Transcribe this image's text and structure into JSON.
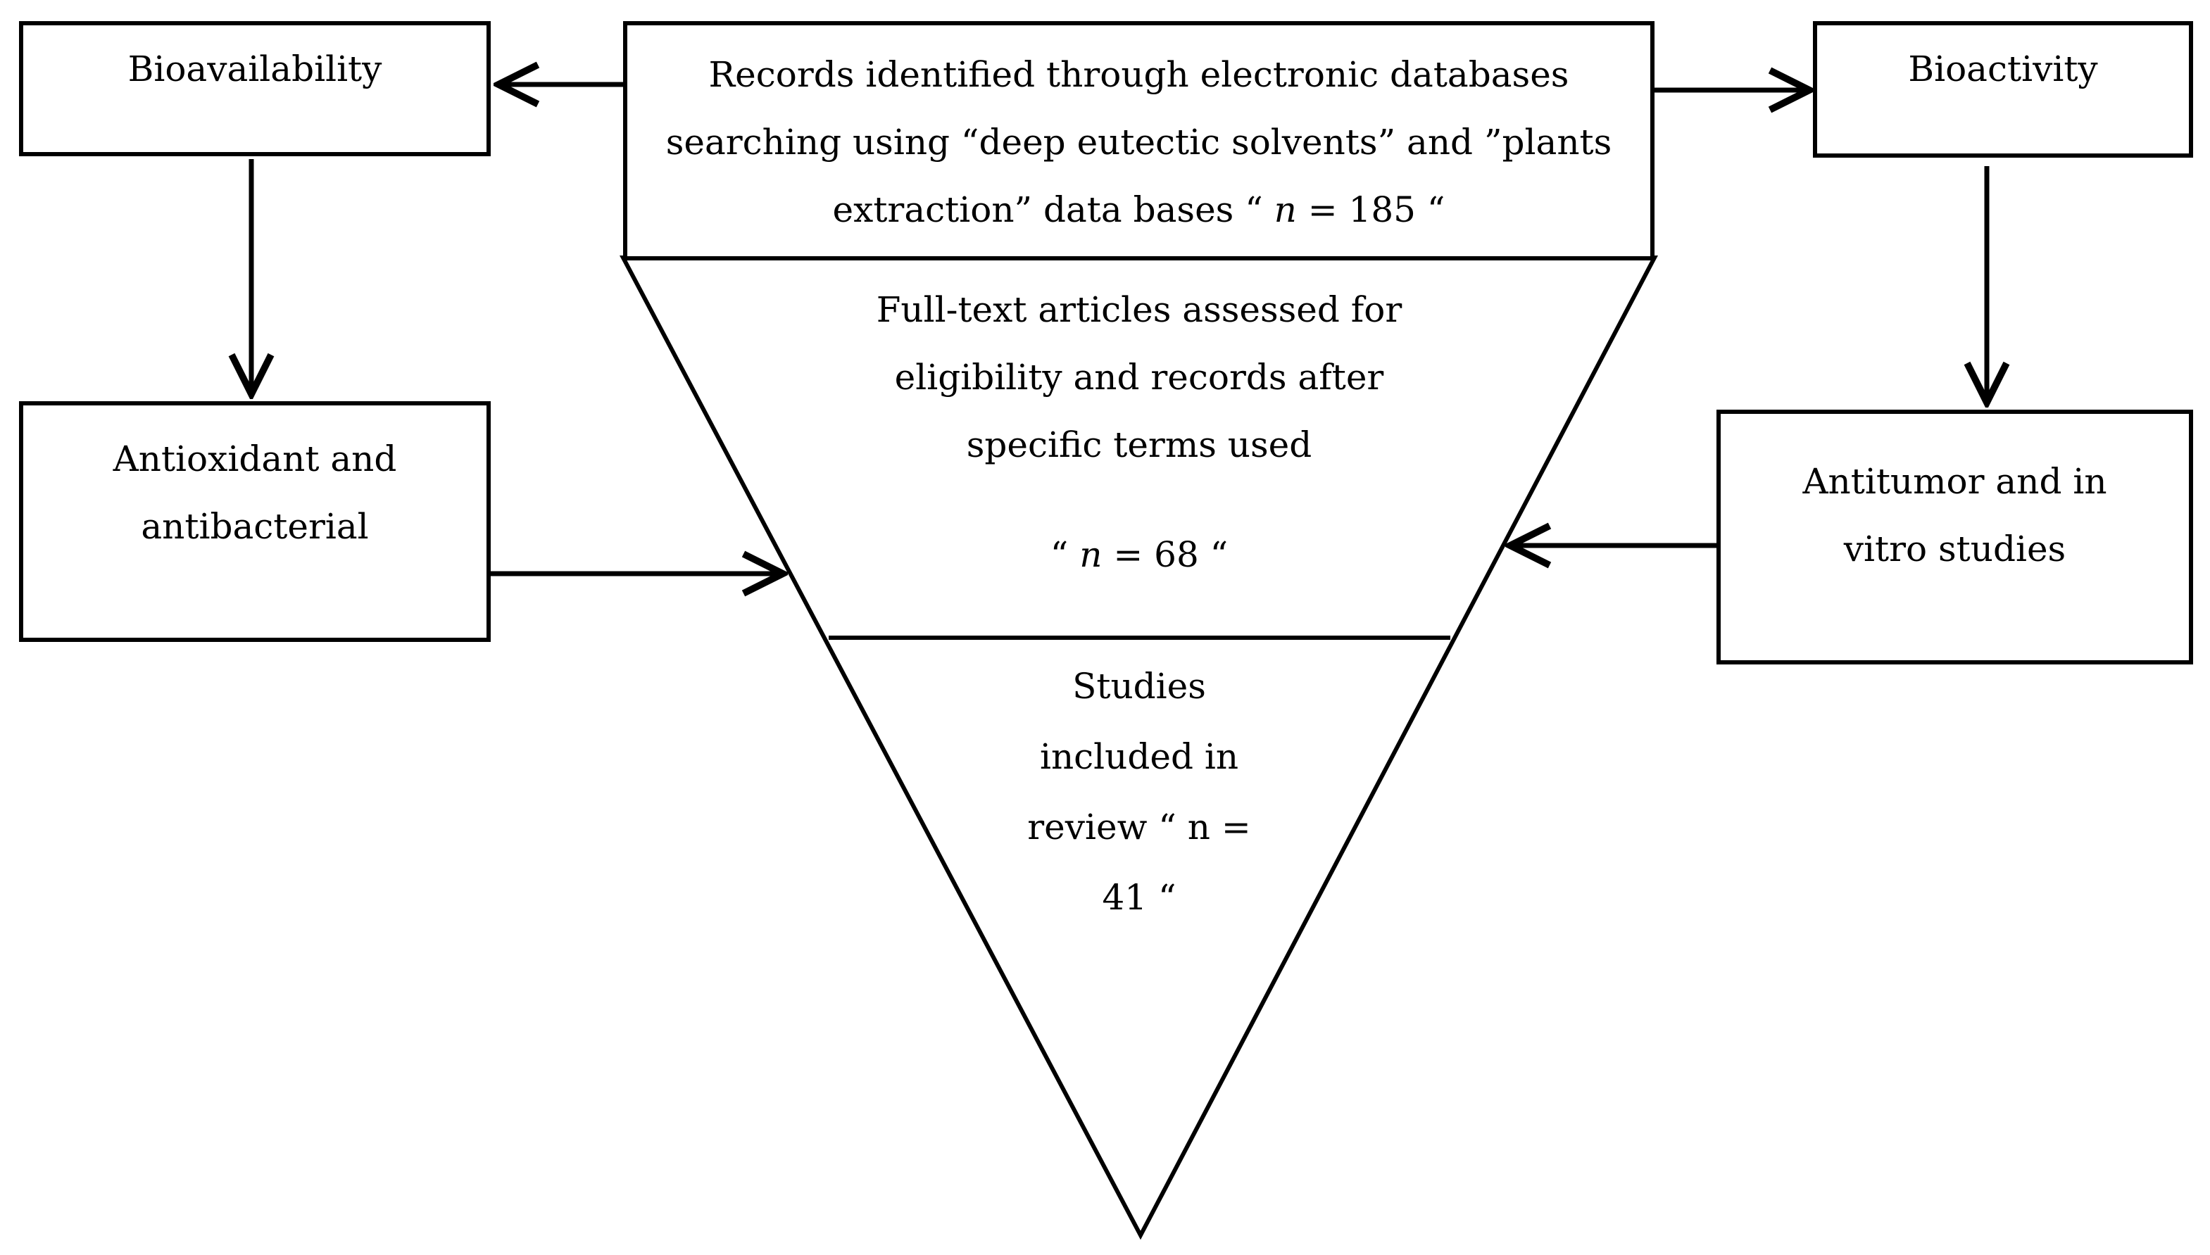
{
  "bioavailability": {
    "label": "Bioavailability"
  },
  "bioactivity": {
    "label": "Bioactivity"
  },
  "records": {
    "line1": "Records identified through electronic databases",
    "line2": "searching using “deep eutectic solvents” and ”plants",
    "line3_prefix": "extraction” data bases “ ",
    "line3_n": "n",
    "line3_suffix": " = 185 “"
  },
  "fulltext": {
    "line1": "Full-text articles assessed for",
    "line2": "eligibility and records after",
    "line3": "specific terms used",
    "count_prefix": "“ ",
    "count_n": "n",
    "count_suffix": " = 68 “"
  },
  "studies": {
    "line1": "Studies",
    "line2": "included in",
    "line3": "review “ n =",
    "line4": "41 “"
  },
  "antioxidant": {
    "line1": "Antioxidant and",
    "line2": "antibacterial"
  },
  "antitumor": {
    "line1": "Antitumor and in",
    "line2": "vitro studies"
  }
}
